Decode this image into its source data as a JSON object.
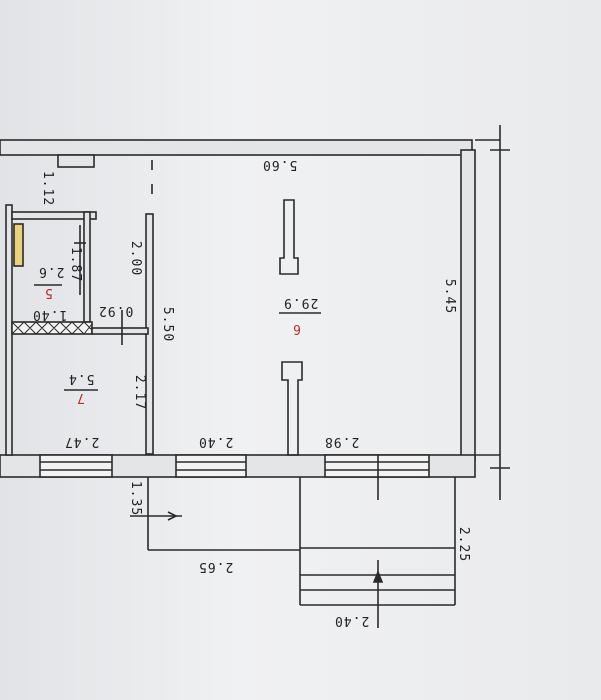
{
  "rooms": {
    "room6": {
      "number": "6",
      "area": "29.9"
    },
    "room5": {
      "number": "5",
      "area": "2.6"
    },
    "room7": {
      "number": "7",
      "area": "5.4"
    }
  },
  "dimensions": {
    "top_wall": "5.60",
    "right_wall": "5.45",
    "left_of_room6": "5.50",
    "room6_bottom_left": "2.40",
    "room6_bottom_right": "2.98",
    "room5_height": "1.87",
    "room5_width": "1.40",
    "small_092": "0.92",
    "corridor_height": "2.00",
    "top_left_112": "1.12",
    "room7_height": "2.17",
    "room7_width": "2.47",
    "porch_135": "1.35",
    "porch_265": "2.65",
    "porch_225": "2.25",
    "porch_240": "2.40"
  },
  "colors": {
    "line": "#2a2a2a",
    "wall_fill": "#e4e5e7",
    "room_number": "#c0262c",
    "accent_yellow": "#e8d27a"
  }
}
